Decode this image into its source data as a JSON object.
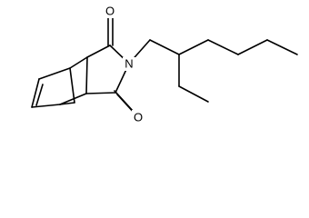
{
  "molecule": {
    "atom_labels": {
      "oxygen_top": "O",
      "nitrogen": "N",
      "oxygen_bottom": "O"
    },
    "colors": {
      "bond": "#000000",
      "background": "#ffffff"
    }
  }
}
